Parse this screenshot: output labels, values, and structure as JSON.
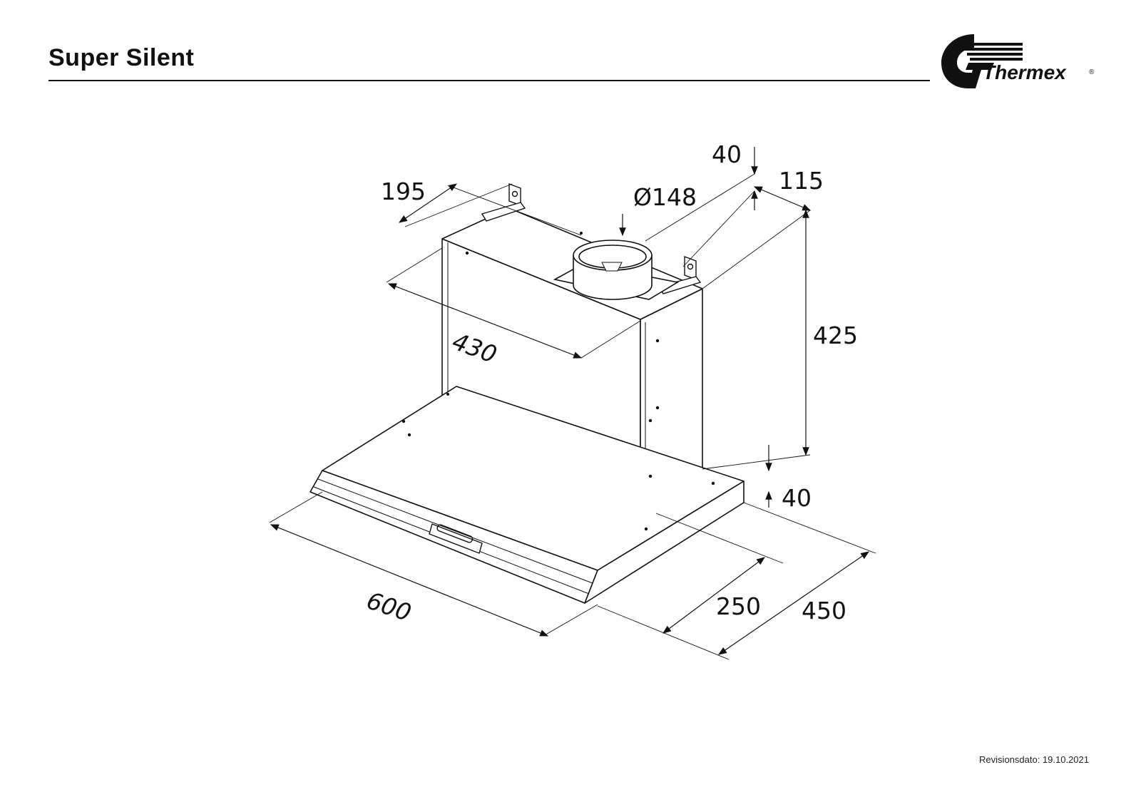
{
  "header": {
    "title": "Super Silent"
  },
  "logo": {
    "brand": "Thermex",
    "mark": "®"
  },
  "footer": {
    "revision": "Revisionsdato: 19.10.2021"
  },
  "dimensions": {
    "top_height": "40",
    "depth_back": "115",
    "bracket_offset": "195",
    "duct_diameter": "Ø148",
    "chimney_width": "430",
    "chimney_height": "425",
    "base_height": "40",
    "width": "600",
    "chimney_depth": "250",
    "depth": "450"
  },
  "icons": [
    "thermex-logo-icon",
    "mounting-bracket-icon",
    "duct-collar-icon",
    "control-handle-icon"
  ]
}
